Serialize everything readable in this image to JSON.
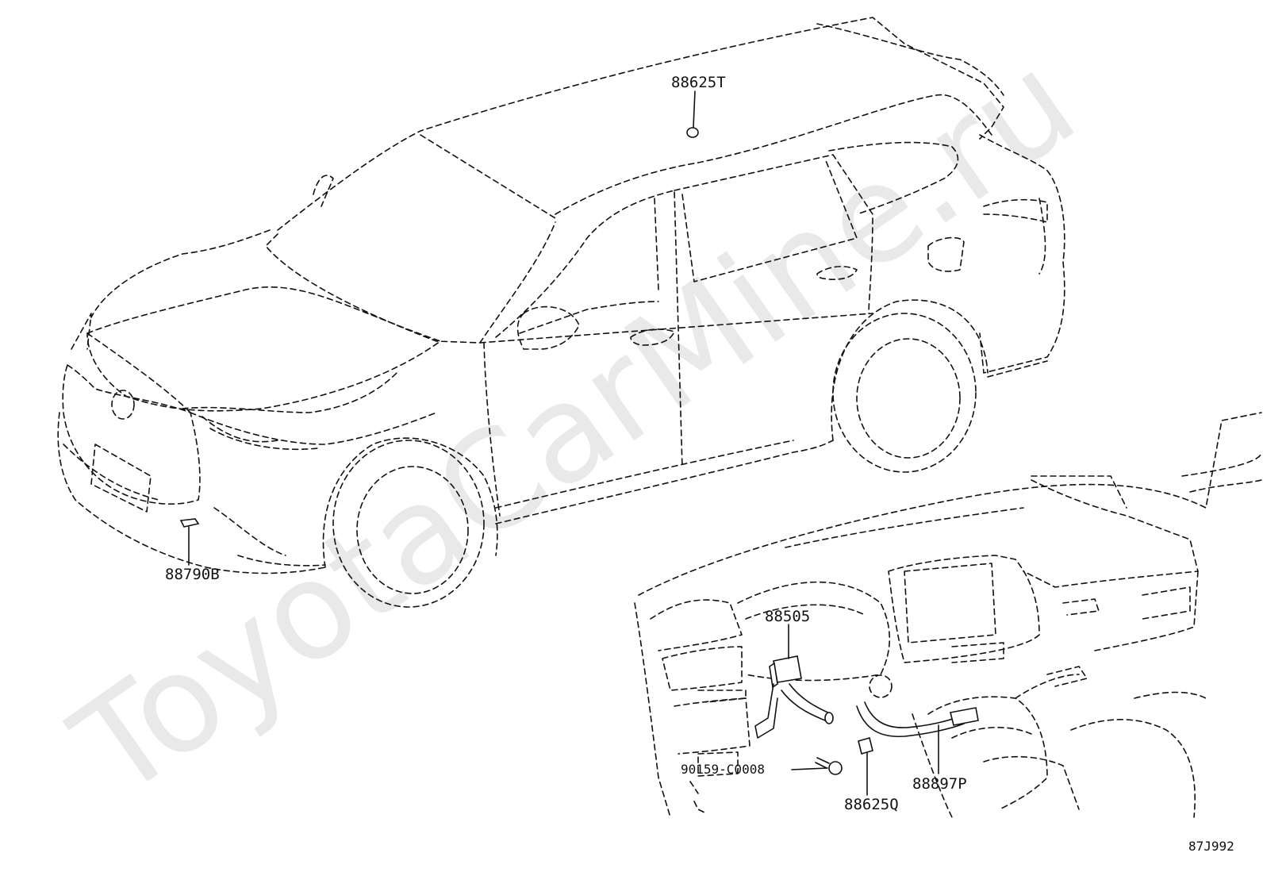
{
  "watermark": "ToyotaCarMine.ru",
  "figure_code": "87J992",
  "parts": {
    "roof_module": "88625T",
    "front_sensor": "88790B",
    "ac_amplifier": "88505",
    "bolt": "90159-C0008",
    "sensor_clip": "88625Q",
    "aspirator_hose": "88897P"
  }
}
